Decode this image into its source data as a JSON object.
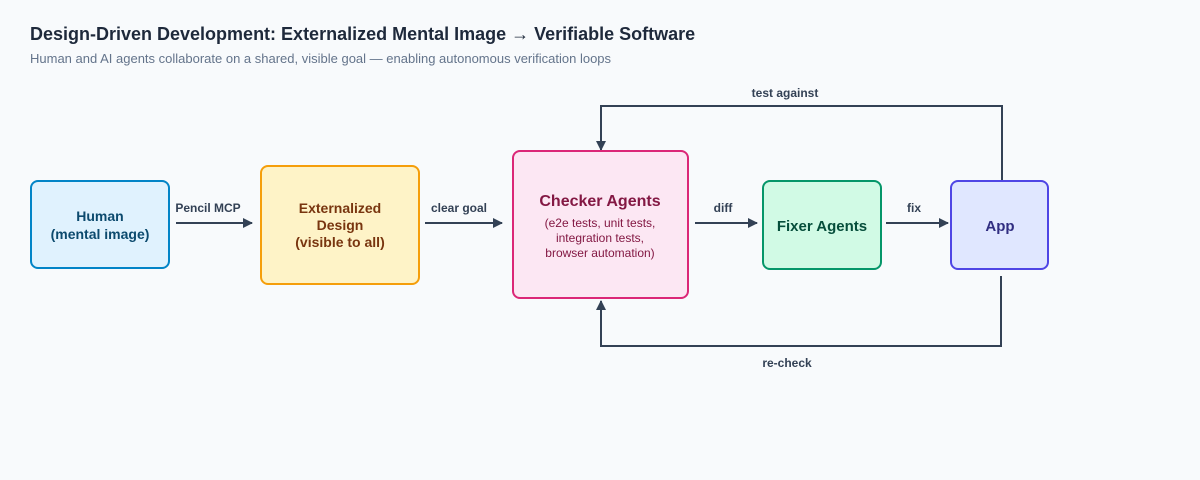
{
  "header": {
    "title": "Design-Driven Development: Externalized Mental Image → Verifiable Software",
    "subtitle": "Human and AI agents collaborate on a shared, visible goal — enabling autonomous verification loops"
  },
  "nodes": {
    "human": {
      "lines": [
        "Human",
        "(mental image)"
      ],
      "fill": "#e0f2fe",
      "stroke": "#0284c7",
      "text": "#0c4a6e"
    },
    "design": {
      "lines": [
        "Externalized",
        "Design",
        "(visible to all)"
      ],
      "fill": "#fef3c7",
      "stroke": "#f59e0b",
      "text": "#78350f"
    },
    "checker": {
      "title": "Checker Agents",
      "details": [
        "(e2e tests, unit tests,",
        "integration tests,",
        "browser automation)"
      ],
      "fill": "#fce7f3",
      "stroke": "#db2777",
      "text": "#831843"
    },
    "fixer": {
      "lines": [
        "Fixer Agents"
      ],
      "fill": "#d1fae5",
      "stroke": "#059669",
      "text": "#064e3b"
    },
    "app": {
      "lines": [
        "App"
      ],
      "fill": "#e0e7ff",
      "stroke": "#4f46e5",
      "text": "#312e81"
    }
  },
  "edges": {
    "human_to_design": "Pencil MCP",
    "design_to_checker": "clear goal",
    "checker_to_fixer": "diff",
    "fixer_to_app": "fix",
    "app_to_checker_top": "test against",
    "app_to_checker_bottom": "re-check"
  },
  "colors": {
    "edge": "#334155"
  }
}
